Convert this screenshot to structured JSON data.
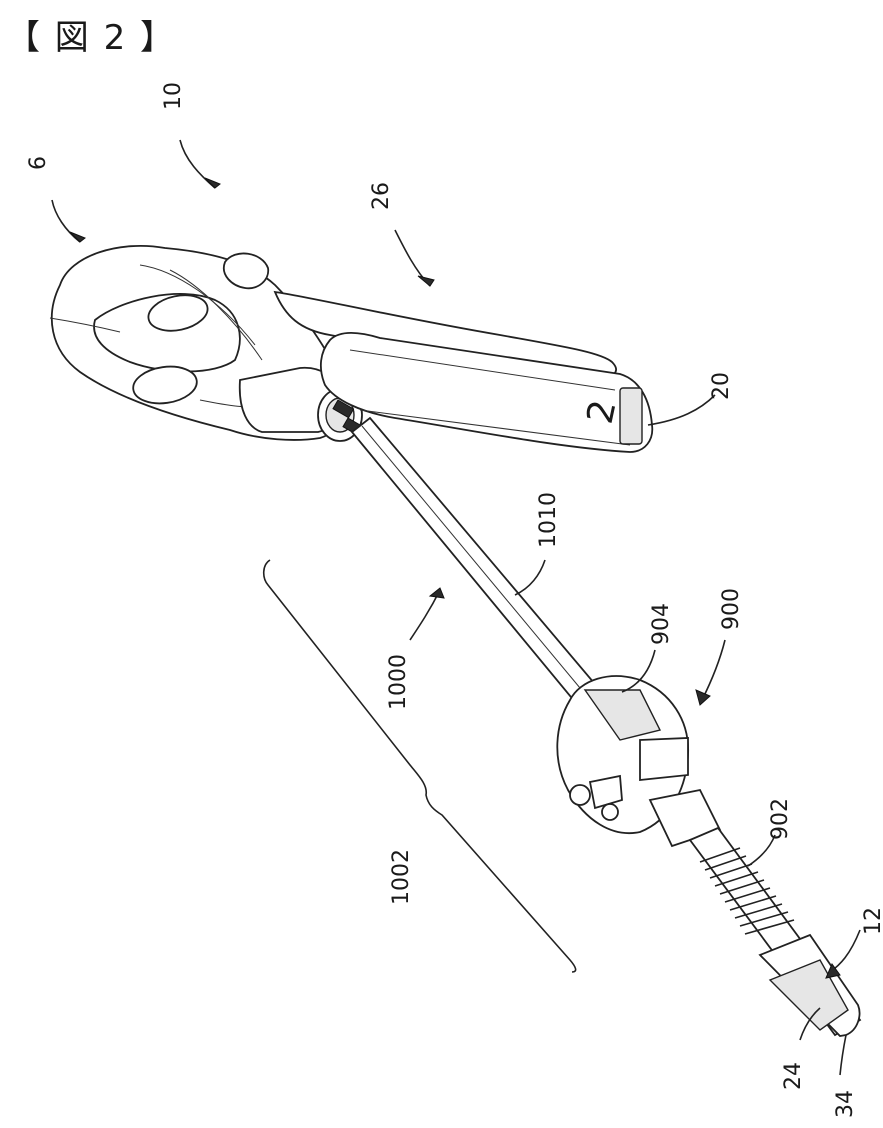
{
  "figure": {
    "title": "【 図 2 】",
    "labels": {
      "r10": "10",
      "r6": "6",
      "r26": "26",
      "r20": "20",
      "r1010": "1010",
      "r1000": "1000",
      "r904": "904",
      "r900": "900",
      "r902": "902",
      "r1002": "1002",
      "r12": "12",
      "r24": "24",
      "r34": "34",
      "handle_number": "2"
    }
  }
}
